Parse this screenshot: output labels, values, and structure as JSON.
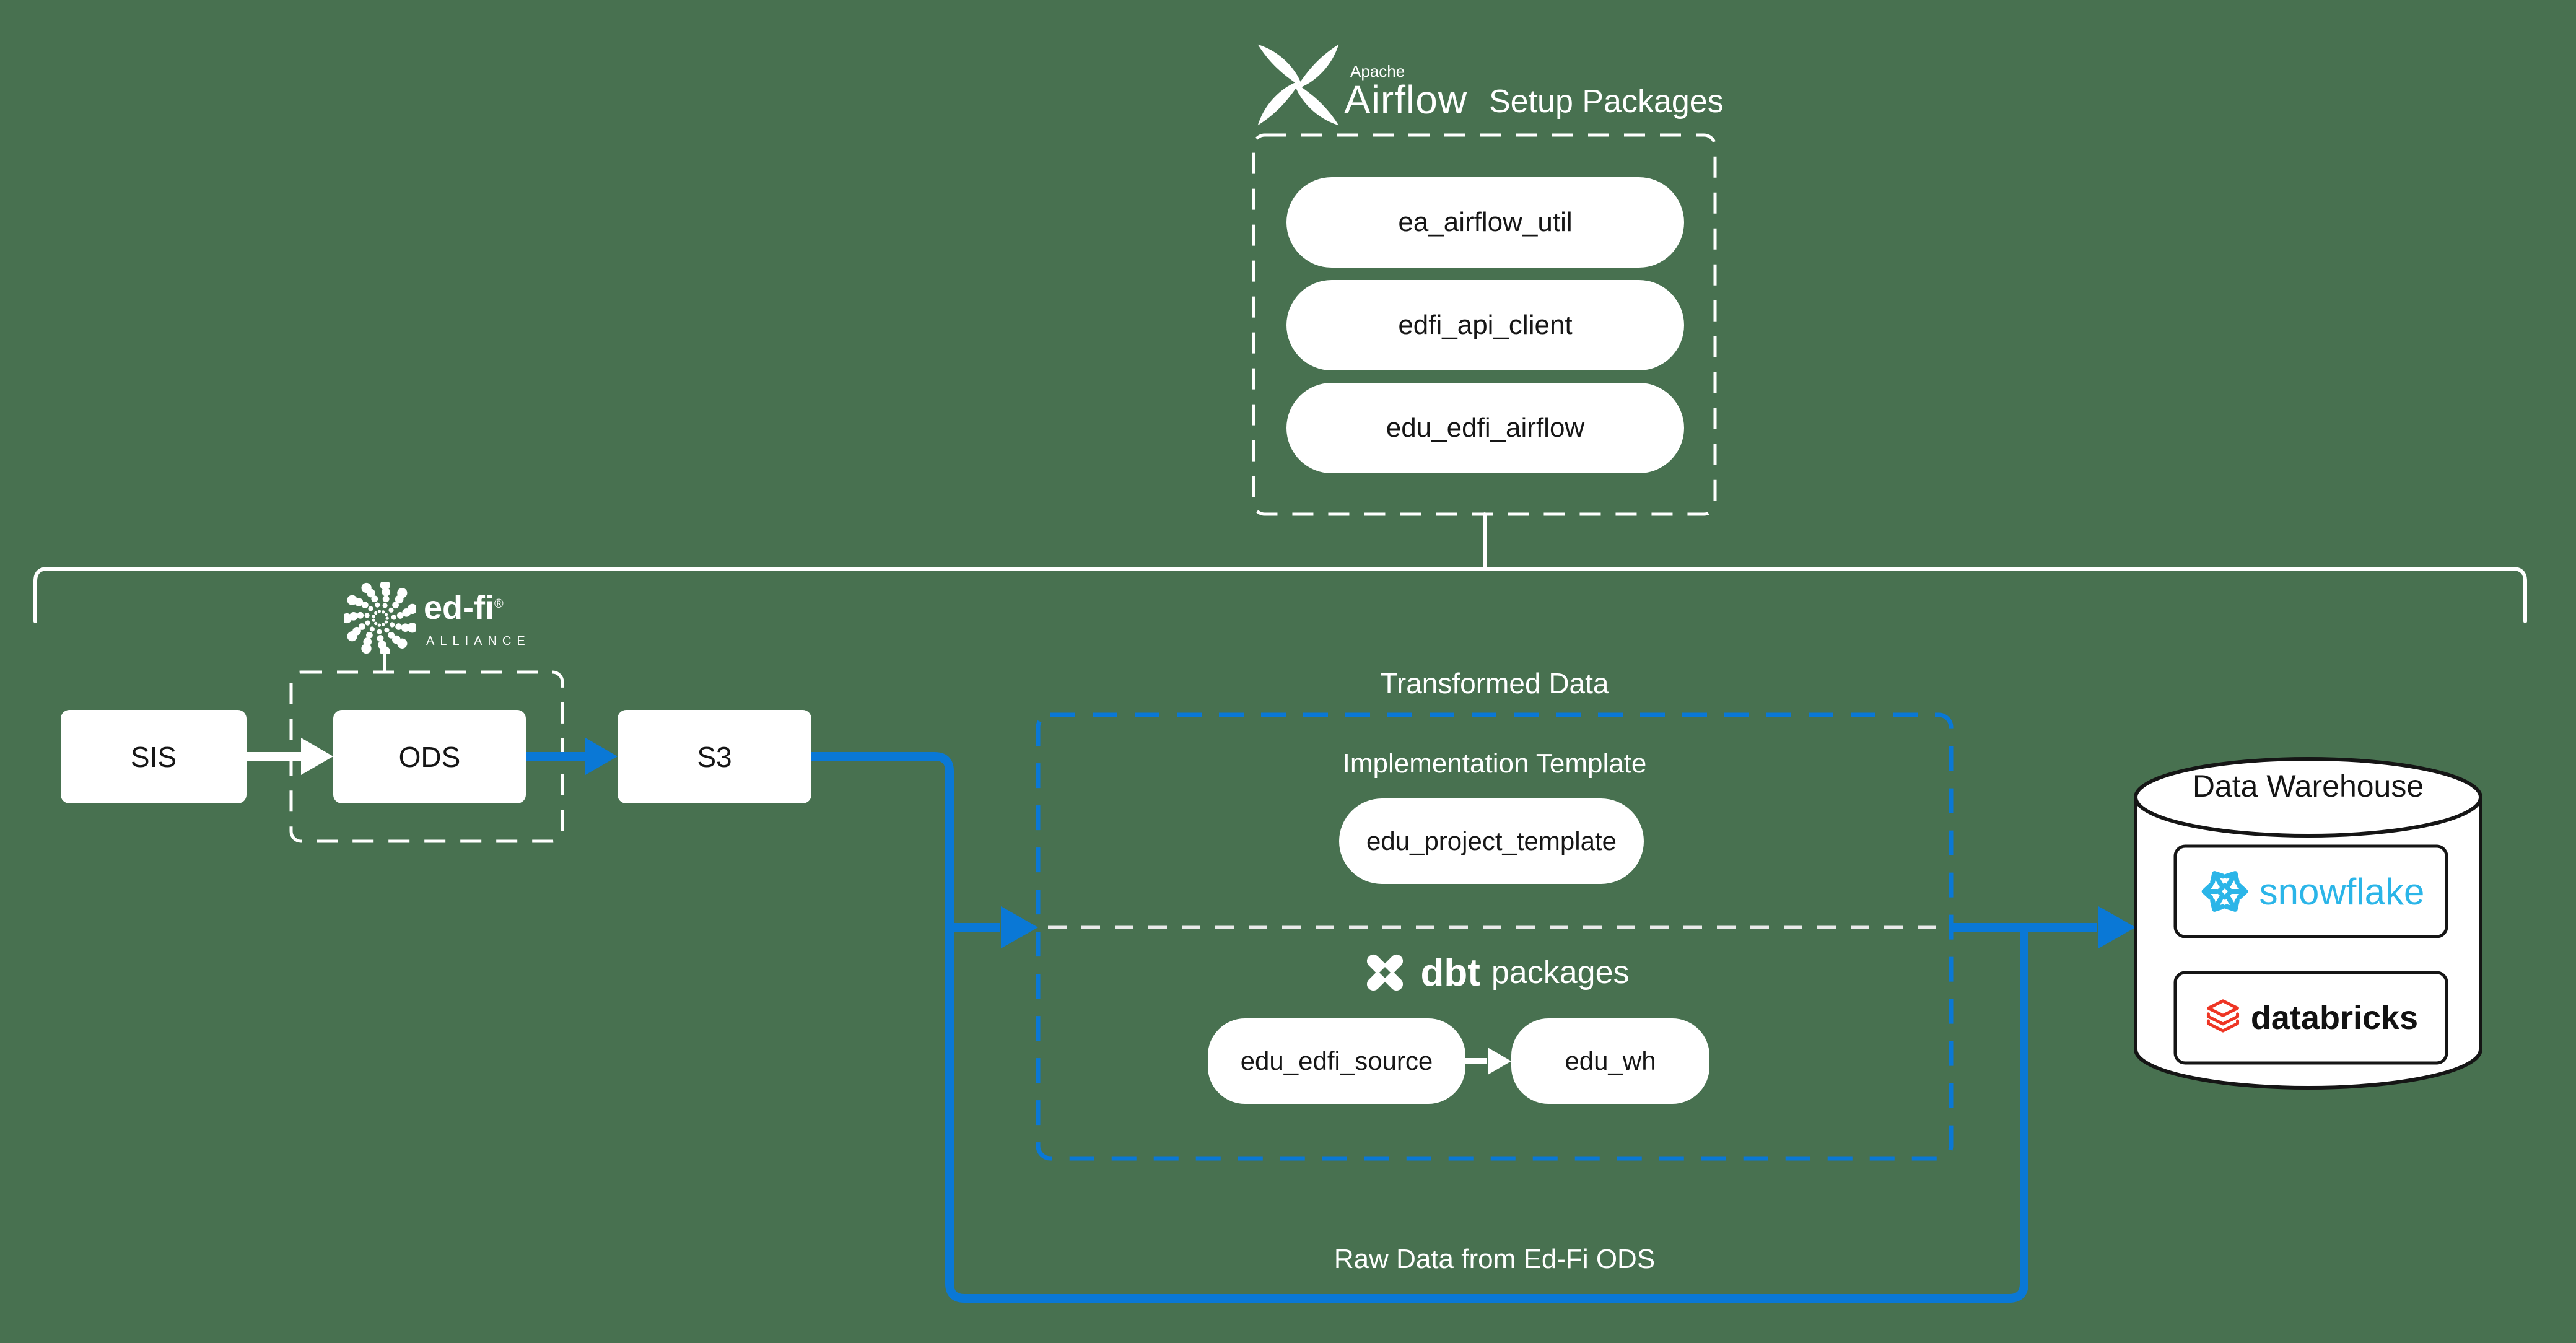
{
  "colors": {
    "background": "#487150",
    "line_white": "#FFFFFF",
    "accent_blue": "#0A78D6",
    "box_text": "#161616",
    "snowflake_blue": "#2BB5E8",
    "databricks_red": "#EE3524"
  },
  "airflow_header": {
    "apache": "Apache",
    "wordmark": "Airflow",
    "title": "Setup Packages"
  },
  "setup_packages": [
    "ea_airflow_util",
    "edfi_api_client",
    "edu_edfi_airflow"
  ],
  "edfi_logo": {
    "name": "ed-fi",
    "registered": "®",
    "subtitle": "ALLIANCE"
  },
  "source_flow": {
    "sis": "SIS",
    "ods": "ODS",
    "s3": "S3"
  },
  "transformed": {
    "label": "Transformed Data",
    "implementation_label": "Implementation Template",
    "template_pill": "edu_project_template"
  },
  "dbt": {
    "brand": "dbt",
    "suffix": "packages",
    "source_pill": "edu_edfi_source",
    "warehouse_pill": "edu_wh"
  },
  "raw_label": "Raw Data from Ed-Fi ODS",
  "warehouse": {
    "title": "Data Warehouse",
    "snowflake_label": "snowflake",
    "databricks_label": "databricks"
  }
}
